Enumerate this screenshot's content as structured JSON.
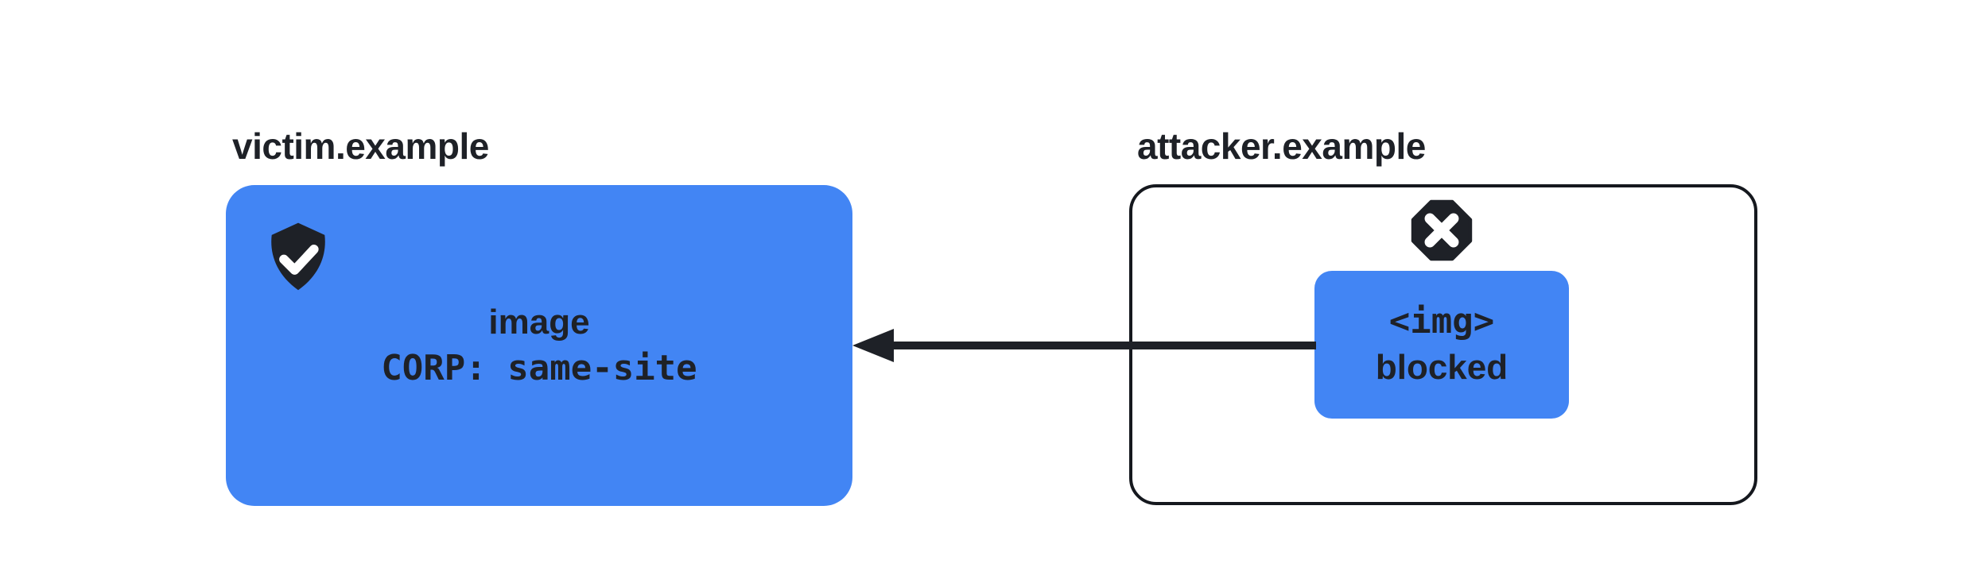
{
  "victim": {
    "label": "victim.example",
    "icon": "shield-check-icon",
    "card": {
      "line1": "image",
      "line2": "CORP: same-site"
    }
  },
  "attacker": {
    "label": "attacker.example",
    "icon": "blocked-octagon-icon",
    "request_chip": {
      "line1": "<img>",
      "line2": "blocked"
    }
  },
  "arrow": {
    "direction": "right-to-left"
  },
  "colors": {
    "blue": "#4285F4",
    "ink": "#1E2127",
    "background": "#FFFFFF"
  }
}
